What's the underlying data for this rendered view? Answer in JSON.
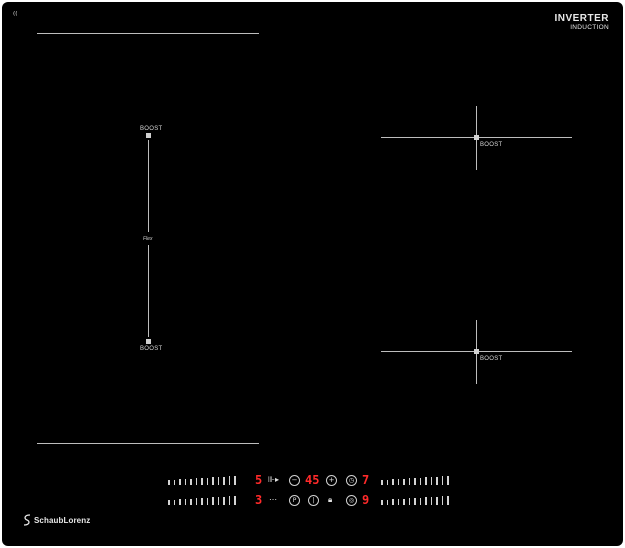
{
  "brand": {
    "line1": "INVERTER",
    "line2": "INDUCTION"
  },
  "logo": {
    "text": "SchaubLorenz"
  },
  "flex_zone": {
    "top_label": "BOOST",
    "bottom_label": "BOOST",
    "middle_label": "Flex"
  },
  "zone_right_top": {
    "label": "BOOST"
  },
  "zone_right_bottom": {
    "label": "BOOST"
  },
  "controls": {
    "left_top_level": "5",
    "timer_value": "45",
    "right_top_level": "7",
    "left_bottom_level": "3",
    "right_bottom_level": "9"
  },
  "colors": {
    "panel": "#000000",
    "display": "#ff2a2a",
    "lines": "#bdbdbd"
  }
}
